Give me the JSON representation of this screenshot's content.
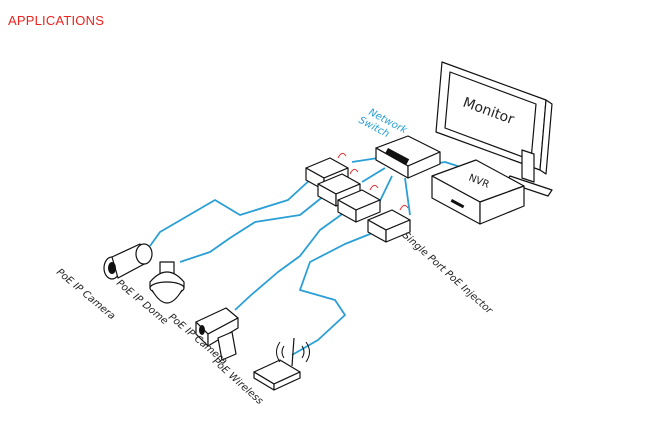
{
  "heading": "APPLICATIONS",
  "labels": {
    "network_switch_line1": "Network",
    "network_switch_line2": "Switch",
    "monitor": "Monitor",
    "nvr": "NVR",
    "injector": "Single Port PoE Injector",
    "poe_ip_camera_1": "PoE IP Camera",
    "poe_ip_dome": "PoE IP Dome",
    "poe_ip_camera_2": "PoE IP Camera",
    "poe_wireless": "PoE Wireless"
  },
  "colors": {
    "heading": "#e8251f",
    "cable": "#2a9fd6",
    "outline": "#111111"
  }
}
